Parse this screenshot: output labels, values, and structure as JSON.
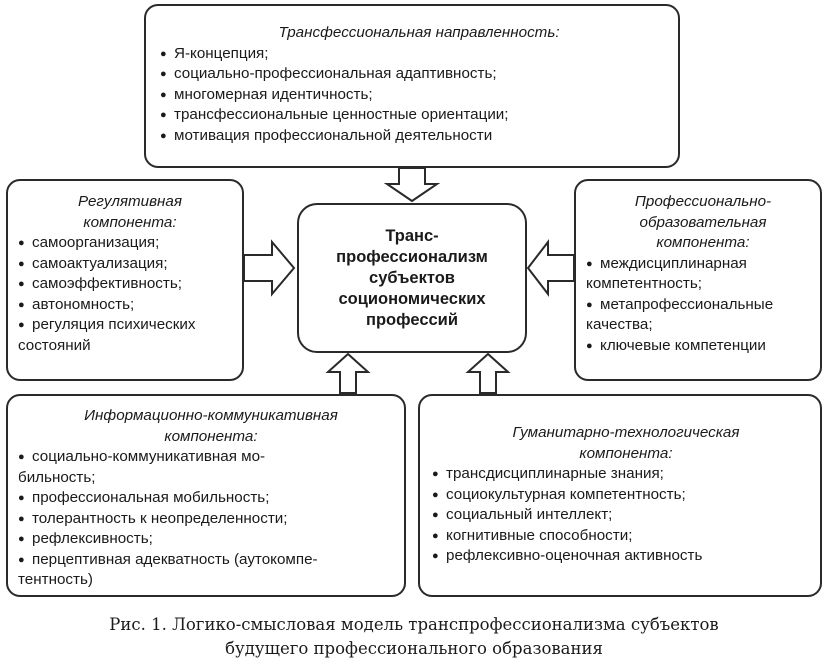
{
  "center": {
    "text": "Транс-\nпрофессионализм\nсубъектов\nсоциономических\nпрофессий"
  },
  "top": {
    "title": "Трансфессиональная направленность:",
    "items": [
      "Я-концепция;",
      "социально-профессиональная адаптивность;",
      "многомерная идентичность;",
      "трансфессиональные ценностные ориентации;",
      "мотивация профессиональной деятельности"
    ]
  },
  "left": {
    "title1": "Регулятивная",
    "title2": "компонента:",
    "items": [
      "самоорганизация;",
      "самоактуализация;",
      "самоэффективность;",
      "автономность;",
      "регуляция психических"
    ],
    "item5_cont": "состояний"
  },
  "right": {
    "title1": "Профессионально-",
    "title2": "образовательная",
    "title3": "компонента:",
    "item1": "междисциплинарная",
    "item1_cont": "компетентность;",
    "item2": "метапрофессиональные",
    "item2_cont": "качества;",
    "item3": "ключевые компетенции"
  },
  "bottom_left": {
    "title1": "Информационно-коммуникативная",
    "title2": "компонента:",
    "item1": "социально-коммуникативная мо-",
    "item1_cont": "бильность;",
    "items": [
      "профессиональная мобильность;",
      "толерантность к неопределенности;",
      "рефлексивность;",
      "перцептивная адекватность (аутокомпе-"
    ],
    "item5_cont": "тентность)"
  },
  "bottom_right": {
    "title1": "Гуманитарно-технологическая",
    "title2": "компонента:",
    "items": [
      "трансдисциплинарные знания;",
      "социокультурная компетентность;",
      "социальный интеллект;",
      "когнитивные способности;",
      "рефлексивно-оценочная активность"
    ]
  },
  "caption": {
    "line1": "Рис. 1. Логико-смысловая модель транспрофессионализма субъектов",
    "line2": "будущего профессионального образования"
  }
}
